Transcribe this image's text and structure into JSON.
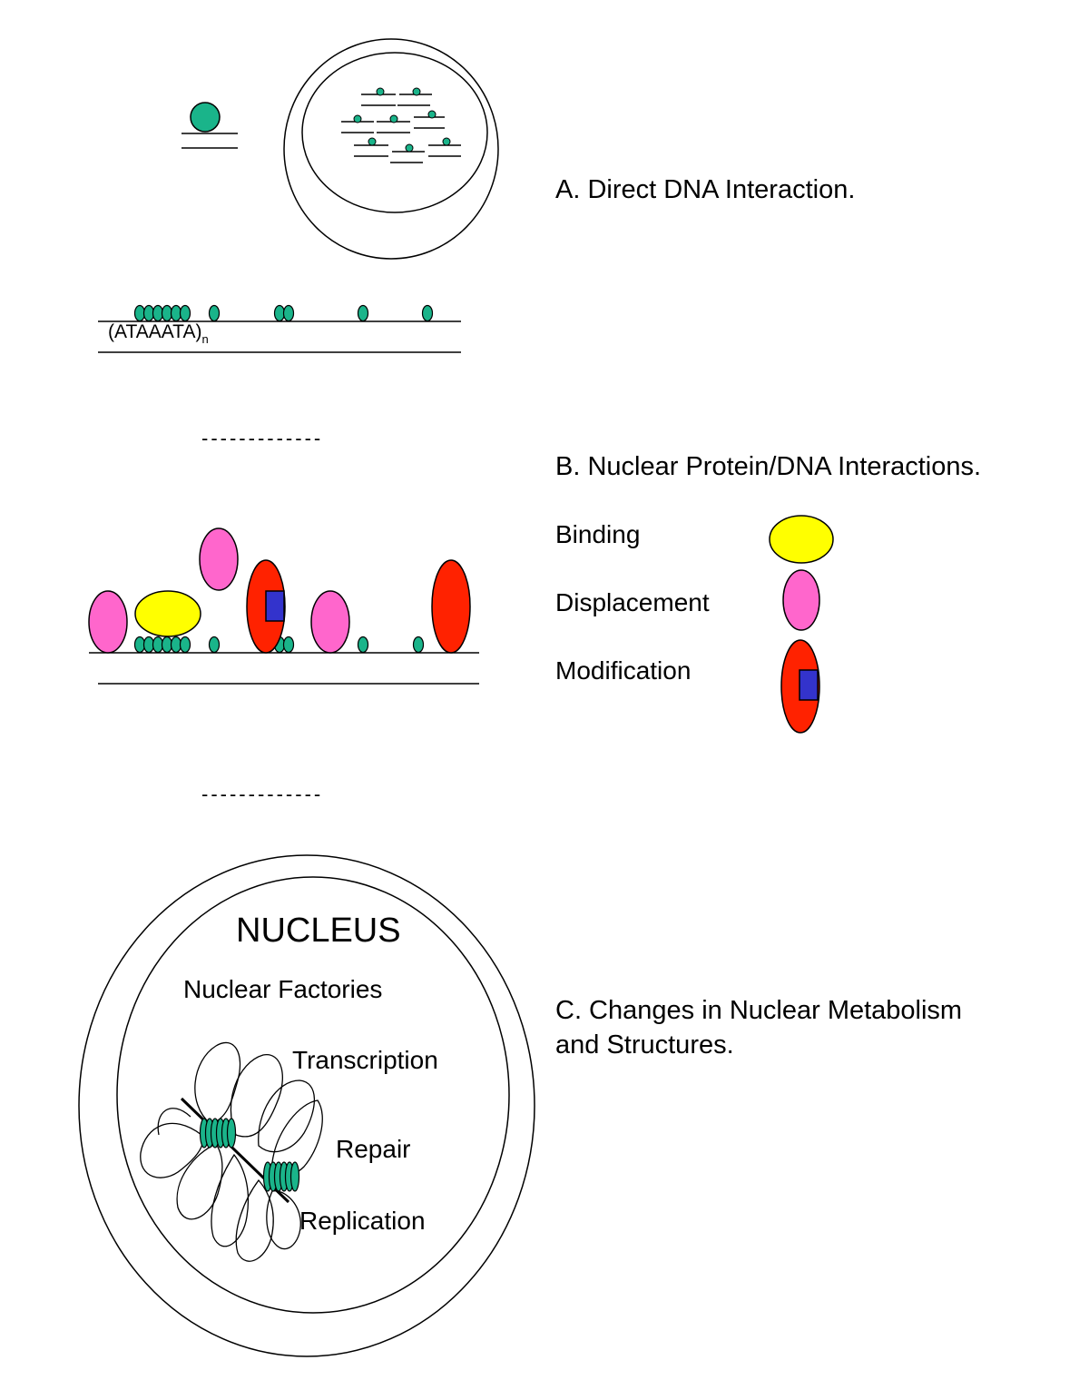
{
  "section_a": {
    "caption": "A.  Direct DNA Interaction.",
    "sequence_label": "(ATAAATA)",
    "sequence_subscript": "n"
  },
  "section_b": {
    "caption": "B.  Nuclear Protein/DNA Interactions.",
    "legend": [
      {
        "label": "Binding",
        "color": "#ffff00"
      },
      {
        "label": "Displacement",
        "color": "#ff66cc"
      },
      {
        "label": "Modification",
        "color": "#ff2200",
        "marker_color": "#3333cc"
      }
    ]
  },
  "section_c": {
    "caption_line1": "C. Changes in Nuclear Metabolism",
    "caption_line2": "and Structures.",
    "nucleus_title": "NUCLEUS",
    "factories_label": "Nuclear Factories",
    "processes": [
      "Transcription",
      "Repair",
      "Replication"
    ]
  },
  "separators": [
    "-------------",
    "-------------"
  ],
  "colors": {
    "bead": "#1ab48a",
    "binding": "#ffff00",
    "displacement": "#ff66cc",
    "modification": "#ff2200",
    "modification_marker": "#3333cc",
    "outline": "#000000"
  },
  "icons": [
    "bead-icon",
    "binding-protein-icon",
    "displacement-protein-icon",
    "modification-protein-icon"
  ]
}
